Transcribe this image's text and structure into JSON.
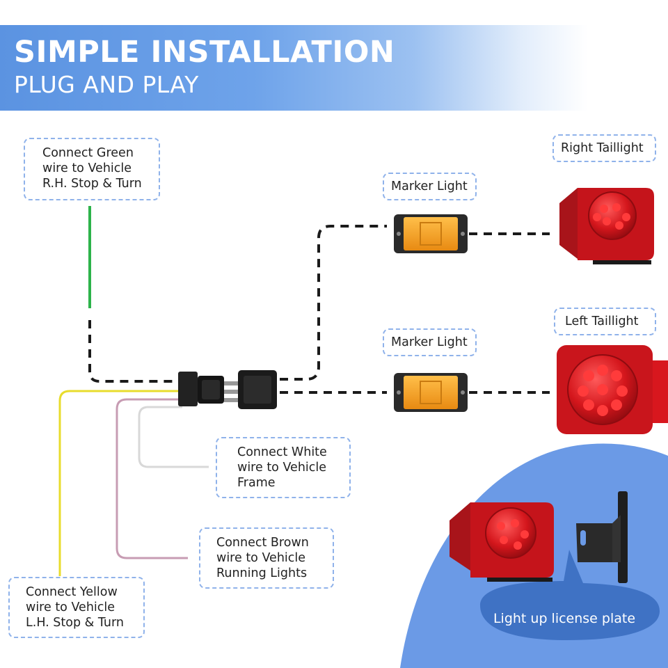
{
  "header": {
    "title": "SIMPLE INSTALLATION",
    "subtitle": "PLUG AND PLAY",
    "gradient_start": "#5b93e1",
    "gradient_end": "#ffffff"
  },
  "callouts": {
    "green_wire": [
      "Connect Green",
      "wire to Vehicle",
      "R.H. Stop & Turn"
    ],
    "white_wire": [
      "Connect White",
      "wire to Vehicle",
      "Frame"
    ],
    "brown_wire": [
      "Connect Brown",
      "wire to Vehicle",
      "Running Lights"
    ],
    "yellow_wire": [
      "Connect Yellow",
      "wire to Vehicle",
      "L.H. Stop & Turn"
    ],
    "marker_light_top": "Marker Light",
    "marker_light_bottom": "Marker Light",
    "right_taillight": "Right Taillight",
    "left_taillight": "Left Taillight"
  },
  "license_plate": {
    "bubble_text": "Light up license plate",
    "bubble_color": "#3f72c4",
    "background_color": "#6b9ae6"
  },
  "colors": {
    "green_wire": "#2db34a",
    "yellow_wire": "#e8dc2c",
    "brown_wire": "#c79cb3",
    "white_wire": "#d8d8d8",
    "harness": "#1a1a1a",
    "marker_amber": "#f2a024",
    "taillight_red": "#d0151c",
    "callout_border": "#8fb2ea"
  },
  "icons": [
    "plug-connector-icon",
    "marker-light-icon",
    "taillight-icon",
    "license-bracket-icon"
  ]
}
